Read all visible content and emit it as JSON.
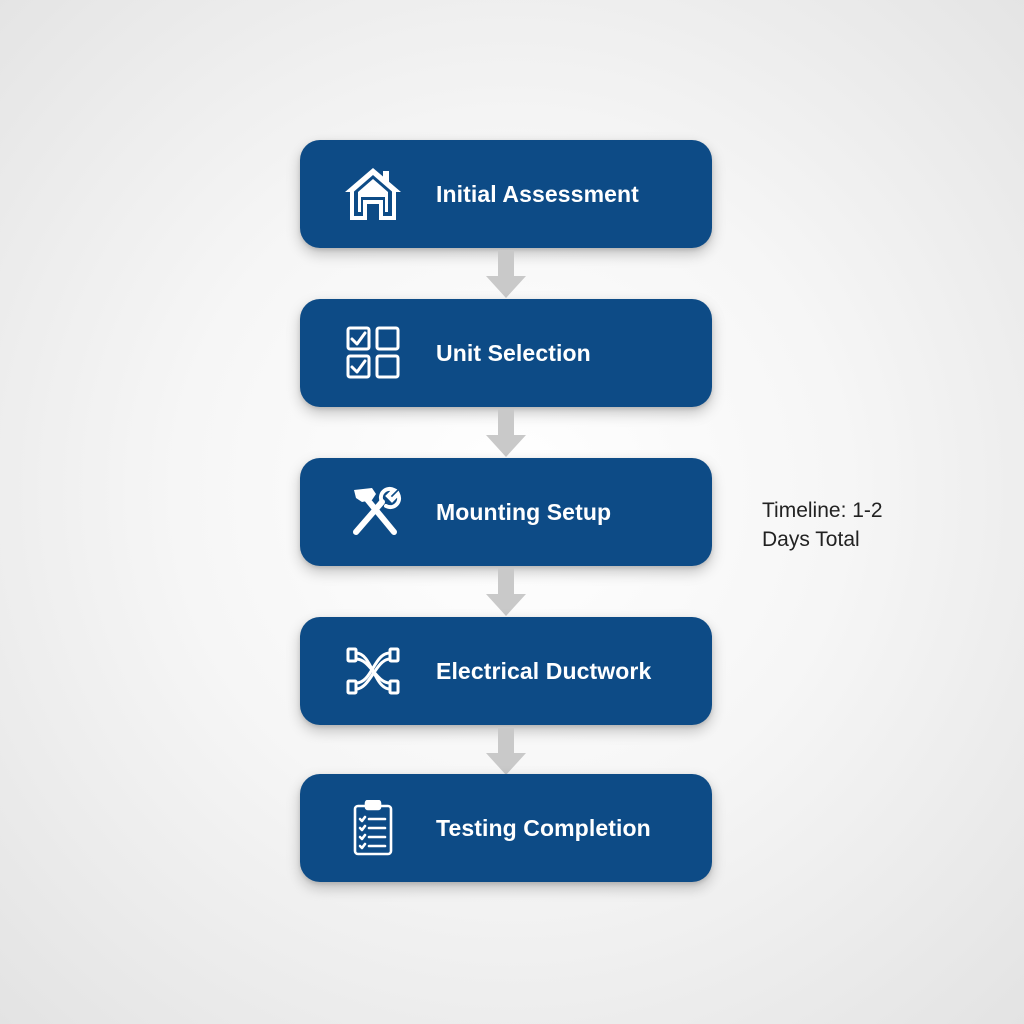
{
  "steps": [
    {
      "label": "Initial Assessment",
      "icon": "house-icon"
    },
    {
      "label": "Unit Selection",
      "icon": "checkbox-grid-icon"
    },
    {
      "label": "Mounting Setup",
      "icon": "hammer-wrench-icon"
    },
    {
      "label": "Electrical Ductwork",
      "icon": "pipes-icon"
    },
    {
      "label": "Testing Completion",
      "icon": "clipboard-checklist-icon"
    }
  ],
  "timeline": {
    "line1": "Timeline: 1-2",
    "line2": "Days Total"
  },
  "colors": {
    "box": "#0d4b86",
    "text": "#ffffff",
    "arrow": "#c9c9c9",
    "note_text": "#222222"
  }
}
